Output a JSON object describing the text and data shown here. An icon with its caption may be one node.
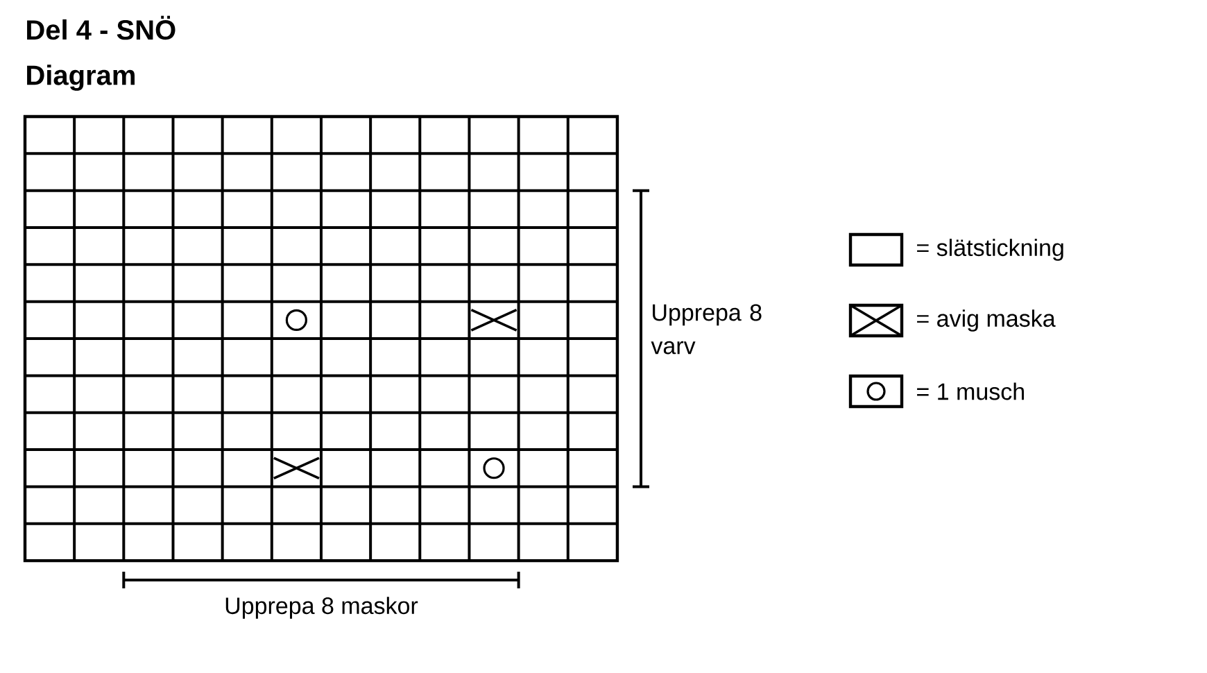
{
  "diagram": {
    "title": "Del 4 - SNÖ",
    "labels": [
      "Diagram",
      "Upprepa 8 varv",
      "Upprepa 8 maskor"
    ],
    "legend": [
      {
        "text": "= slätstickning"
      },
      {
        "text": "= avig maska"
      },
      {
        "text": "= 1 musch"
      }
    ]
  }
}
